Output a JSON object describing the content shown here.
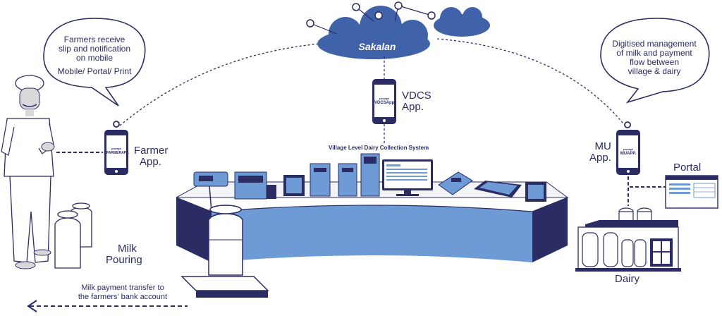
{
  "brand": {
    "logo_text": "Sakalan"
  },
  "bubbles": {
    "farmer": {
      "line1": "Farmers receive",
      "line2": "slip and notification",
      "line3": "on mobile",
      "line4": "Mobile/ Portal/ Print"
    },
    "dairy": {
      "line1": "Digitised management",
      "line2": "of milk and payment",
      "line3": "flow between",
      "line4": "village & dairy"
    }
  },
  "apps": {
    "farmer": {
      "label_line1": "Farmer",
      "label_line2": "App.",
      "screen_prefix": "prompt",
      "screen_label": "FARMERAPP."
    },
    "vdcs": {
      "label_line1": "VDCS",
      "label_line2": "App.",
      "screen_prefix": "prompt",
      "screen_label": "VDCSApp."
    },
    "mu": {
      "label_line1": "MU",
      "label_line2": "App.",
      "screen_prefix": "prompt",
      "screen_label": "MUAPP."
    }
  },
  "labels": {
    "portal": "Portal",
    "dairy": "Dairy",
    "milk_pouring_line1": "Milk",
    "milk_pouring_line2": "Pouring",
    "village_system": "Village Level Dairy Collection System",
    "payment_line1": "Milk payment transfer to",
    "payment_line2": "the farmers' bank account"
  },
  "colors": {
    "navy": "#2b2c64",
    "blue": "#6e9ad6",
    "cloud": "#4a6fb3",
    "light": "#e8eaf3"
  }
}
